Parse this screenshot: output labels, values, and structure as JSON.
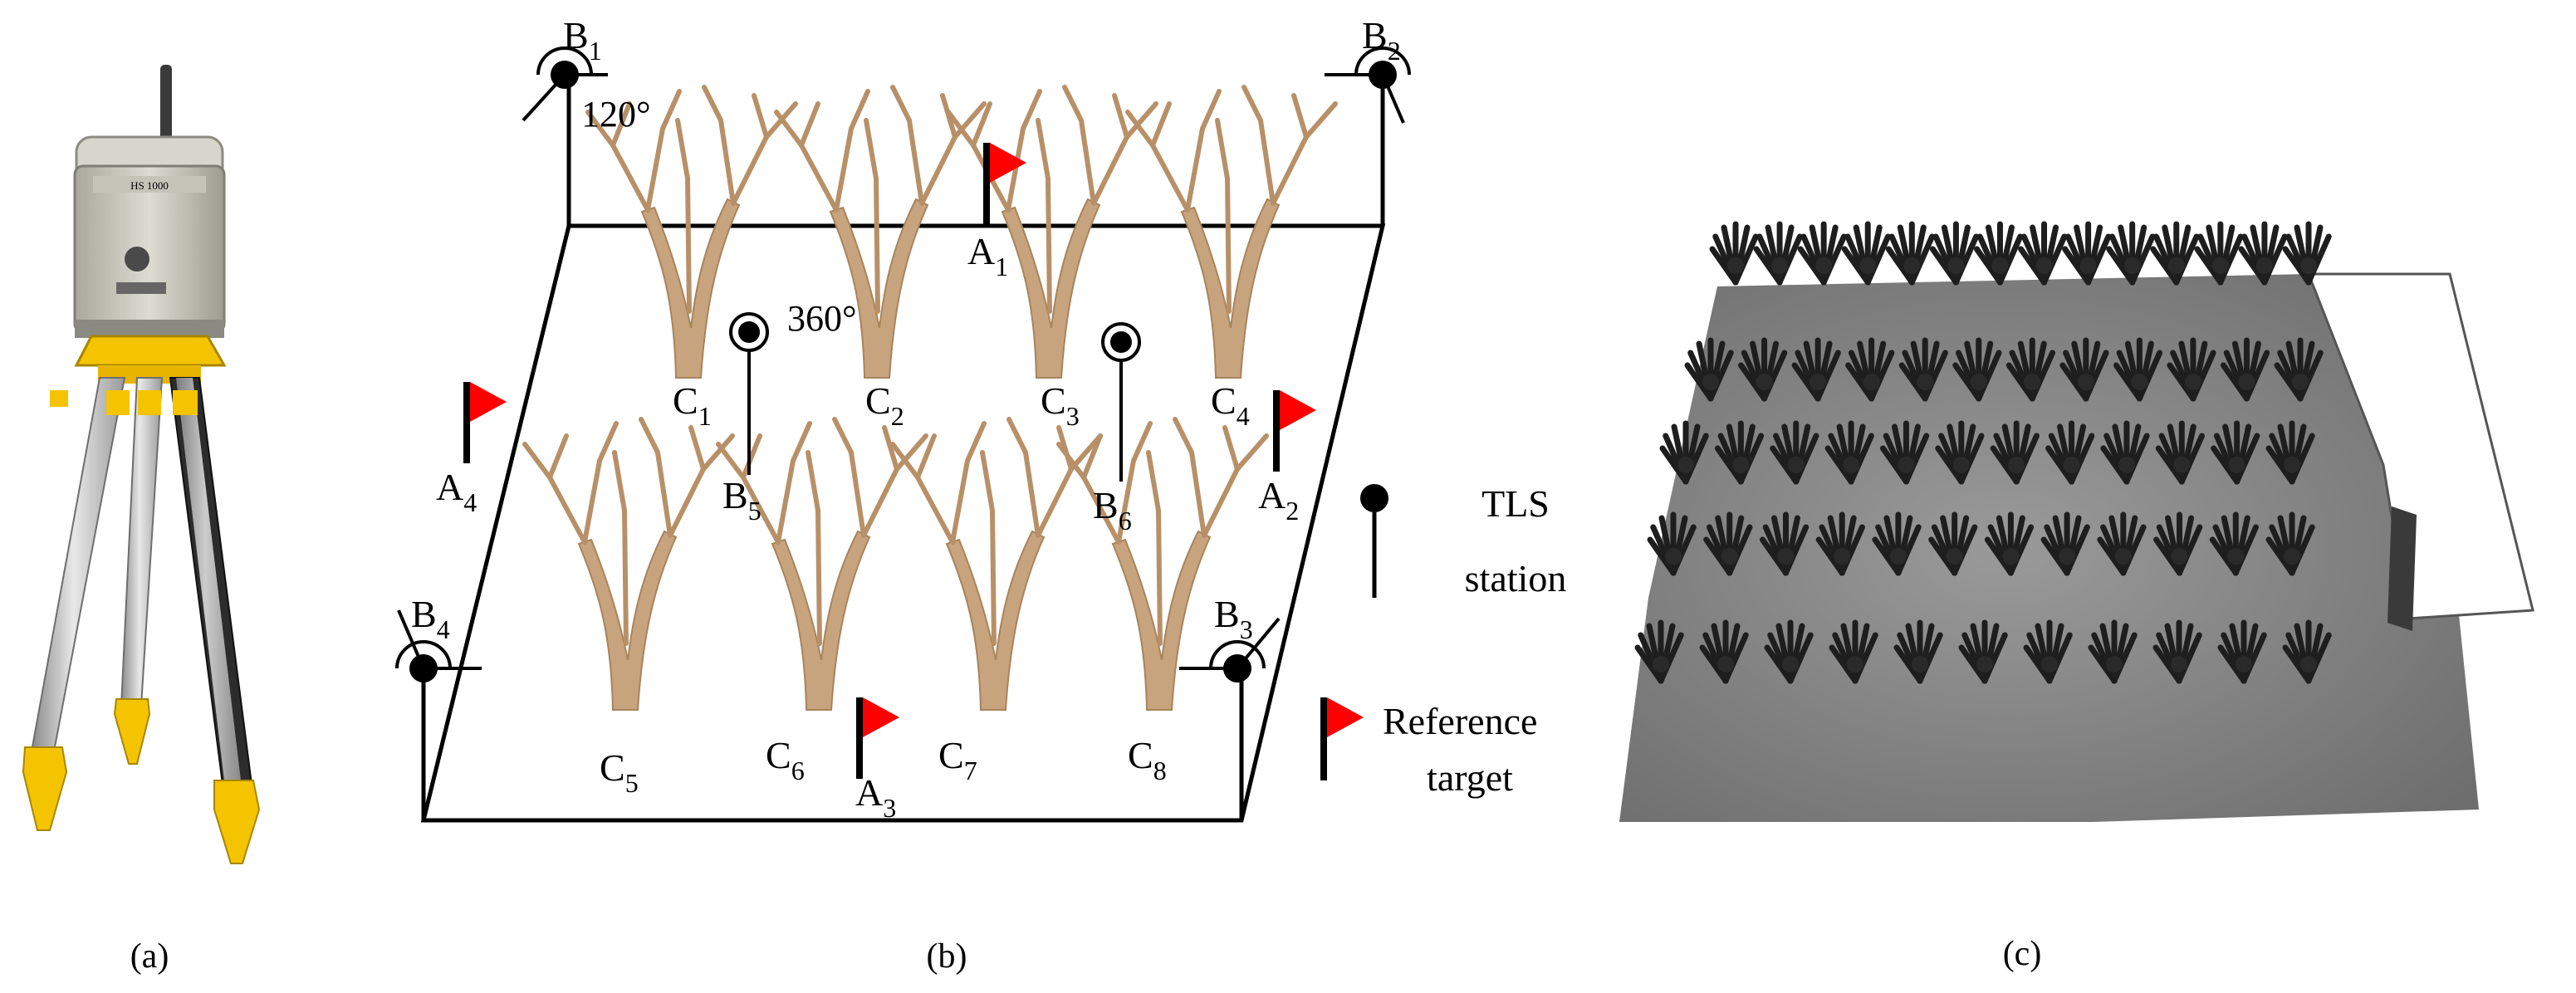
{
  "panels": {
    "a": {
      "caption": "(a)",
      "device_badge": "HS 1000"
    },
    "b": {
      "caption": "(b)",
      "stations": [
        {
          "main": "B",
          "sub": "1"
        },
        {
          "main": "B",
          "sub": "2"
        },
        {
          "main": "B",
          "sub": "3"
        },
        {
          "main": "B",
          "sub": "4"
        },
        {
          "main": "B",
          "sub": "5"
        },
        {
          "main": "B",
          "sub": "6"
        }
      ],
      "targets": [
        {
          "main": "A",
          "sub": "1"
        },
        {
          "main": "A",
          "sub": "2"
        },
        {
          "main": "A",
          "sub": "3"
        },
        {
          "main": "A",
          "sub": "4"
        }
      ],
      "trees": [
        {
          "main": "C",
          "sub": "1"
        },
        {
          "main": "C",
          "sub": "2"
        },
        {
          "main": "C",
          "sub": "3"
        },
        {
          "main": "C",
          "sub": "4"
        },
        {
          "main": "C",
          "sub": "5"
        },
        {
          "main": "C",
          "sub": "6"
        },
        {
          "main": "C",
          "sub": "7"
        },
        {
          "main": "C",
          "sub": "8"
        }
      ],
      "angle_corner": "120°",
      "angle_inner": "360°",
      "legend": {
        "station_line1": "TLS",
        "station_line2": "station",
        "target_line1": "Reference",
        "target_line2": "target"
      },
      "colors": {
        "flag": "#ff0000",
        "trunk": "#c8a47e",
        "line": "#000000"
      }
    },
    "c": {
      "caption": "(c)"
    }
  }
}
